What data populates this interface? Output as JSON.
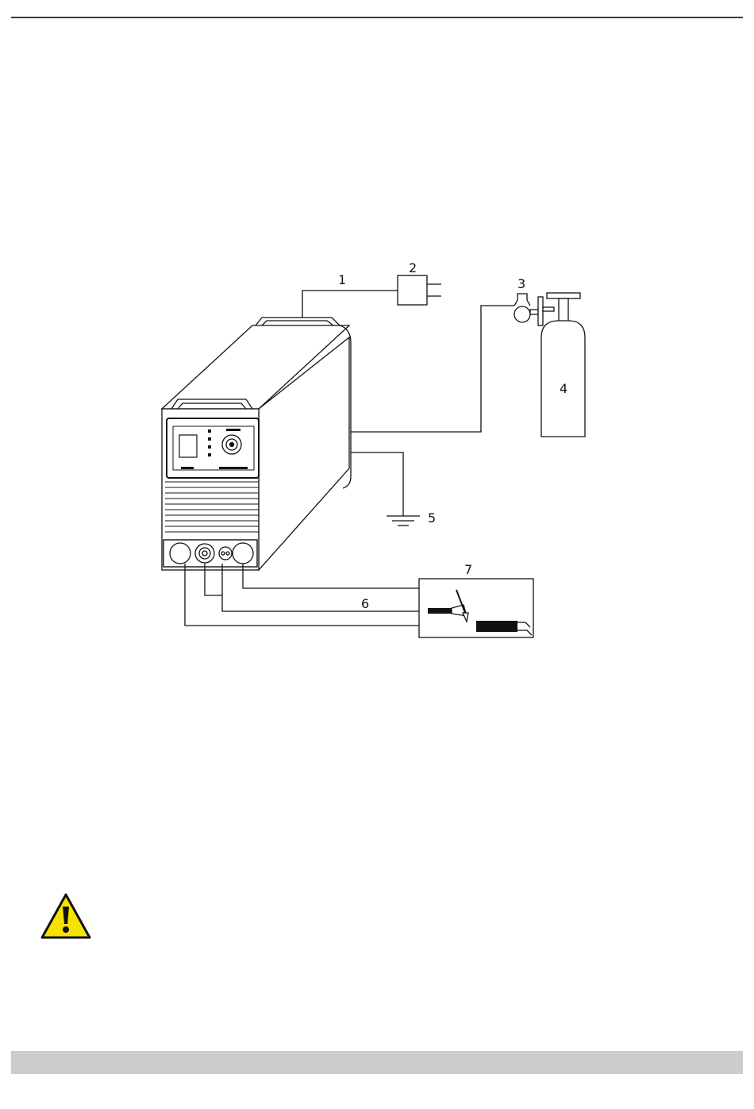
{
  "diagram": {
    "callouts": {
      "c1": "1",
      "c2": "2",
      "c3": "3",
      "c4": "4",
      "c5": "5",
      "c6": "6",
      "c7": "7"
    }
  },
  "icons": {
    "warning": "warning-triangle-icon"
  },
  "colors": {
    "warning_fill": "#f5e200",
    "footer_bar": "#cccccc",
    "rule": "#3a3a3a"
  }
}
